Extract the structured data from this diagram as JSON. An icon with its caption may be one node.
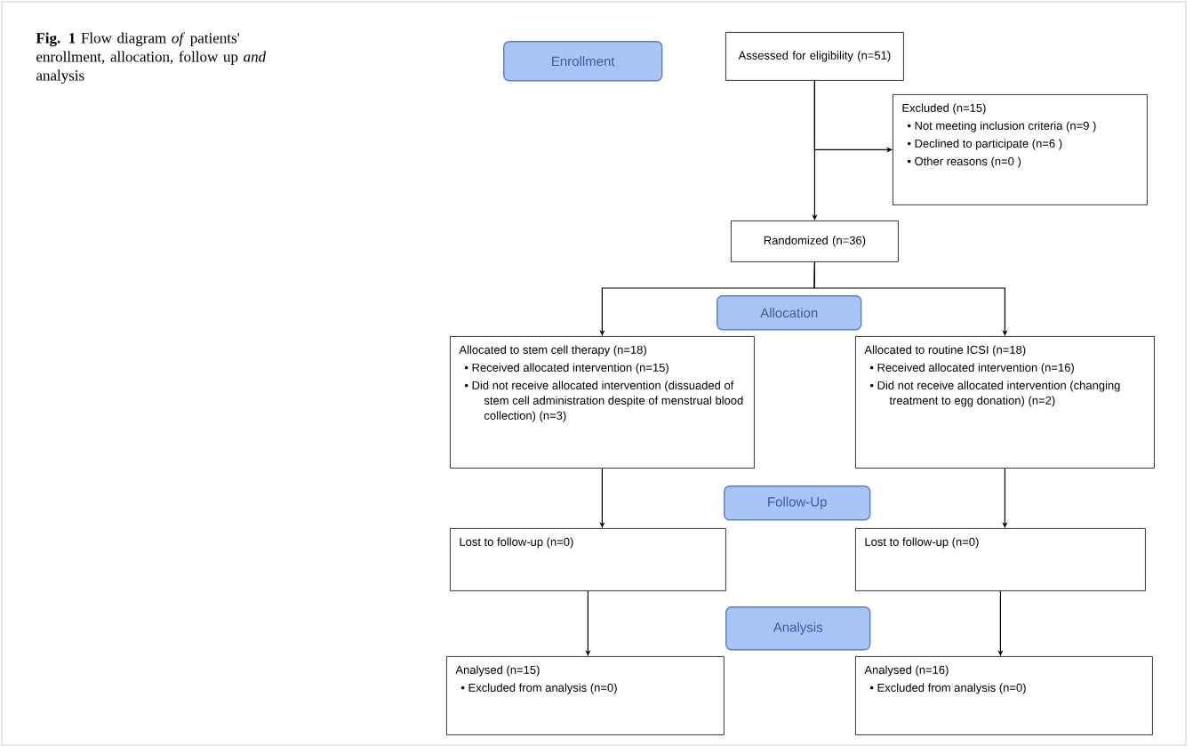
{
  "diagram": {
    "caption": "**Fig. 1** Flow diagram *of* patients' enrollment, allocation, follow up *and* analysis",
    "nodes": [
      {
        "text": [
          "Enrollment"
        ]
      },
      {
        "text": [
          "Assessed for eligibility (n=51)"
        ]
      },
      {
        "text": [
          "Excluded (n=15)",
          "• Not meeting inclusion criteria (n=9 )",
          "• Declined to participate (n=6 )",
          "• Other reasons (n=0 )"
        ]
      },
      {
        "text": [
          "Randomized (n=36)"
        ]
      },
      {
        "text": [
          "Allocation"
        ]
      },
      {
        "text": [
          "Allocated to stem cell therapy (n=18)",
          "• Received allocated intervention (n=15)",
          "• Did not receive allocated intervention (dissuaded of stem cell administration despite of menstrual blood collection) (n=3)"
        ]
      },
      {
        "text": [
          "Allocated to routine ICSI (n=18)",
          "• Received allocated intervention (n=16)",
          "• Did not receive allocated intervention (changing treatment to egg donation) (n=2)"
        ]
      },
      {
        "text": [
          "Follow-Up"
        ]
      },
      {
        "text": [
          "Lost to follow-up (n=0)"
        ]
      },
      {
        "text": [
          "Lost to follow-up (n=0)"
        ]
      },
      {
        "text": [
          "Analysis"
        ]
      },
      {
        "text": [
          "Analysed (n=15)",
          "• Excluded from analysis (n=0)"
        ]
      },
      {
        "text": [
          "Analysed (n=16)",
          "• Excluded from analysis (n=0)"
        ]
      }
    ],
    "edges": [
      {
        "from": 1,
        "to": 3,
        "arrow": "to"
      },
      {
        "from": 1,
        "to": 2,
        "arrow": "to"
      },
      {
        "from": 3,
        "to": 5,
        "arrow": "to"
      },
      {
        "from": 3,
        "to": 6,
        "arrow": "to"
      },
      {
        "from": 5,
        "to": 8,
        "arrow": "to"
      },
      {
        "from": 6,
        "to": 9,
        "arrow": "to"
      },
      {
        "from": 8,
        "to": 11,
        "arrow": "to"
      },
      {
        "from": 9,
        "to": 12,
        "arrow": "to"
      }
    ]
  }
}
